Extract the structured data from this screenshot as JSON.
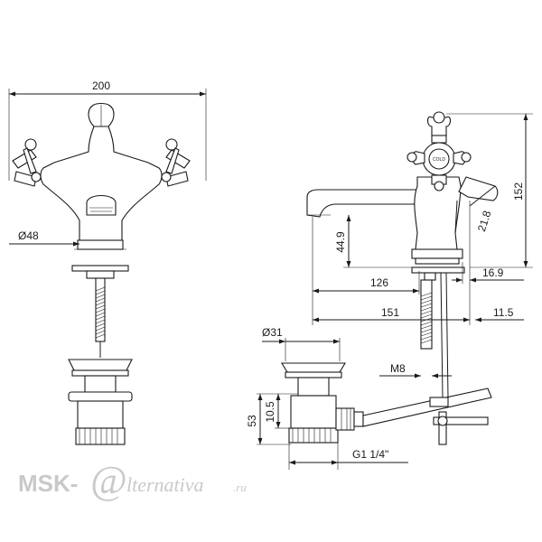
{
  "dimensions": {
    "width_front": "200",
    "base_diameter": "Ø48",
    "height_total": "152",
    "handle_offset": "21.8",
    "spout_height": "44.9",
    "reach_inner": "126",
    "reach_outer": "151",
    "lever_offset_a": "16.9",
    "lever_offset_b": "11.5",
    "waste_diameter": "Ø31",
    "thread_rod": "M8",
    "waste_height": "53",
    "waste_top": "10.5",
    "waste_thread": "G1 1/4\""
  },
  "handle_text": "COLD",
  "watermark": {
    "brand": "MSK-",
    "at_symbol": "@",
    "rest": "lternativa",
    "tld": ".ru"
  }
}
